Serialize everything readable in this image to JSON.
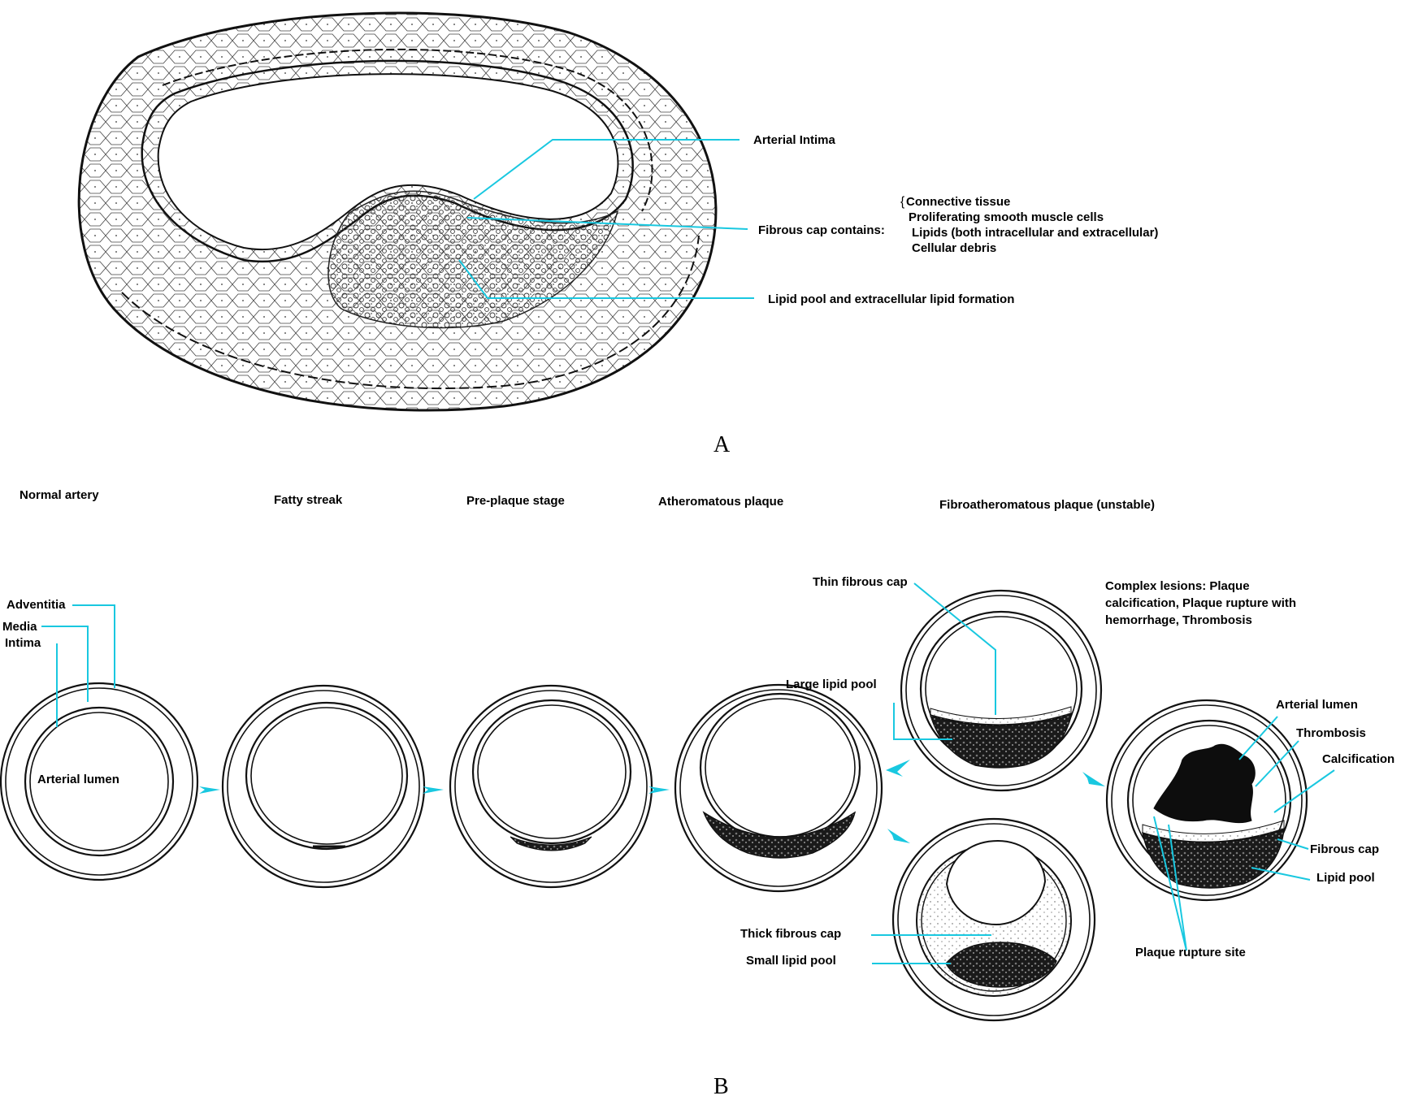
{
  "panels": {
    "a": "A",
    "b": "B"
  },
  "panel_a": {
    "arterial_intima": "Arterial Intima",
    "fibrous_cap_contains": "Fibrous cap contains:",
    "contents": [
      "Connective tissue",
      "Proliferating smooth muscle cells",
      "Lipids (both intracellular and extracellular)",
      "Cellular debris"
    ],
    "lipid_pool": "Lipid pool and extracellular lipid formation"
  },
  "stages": [
    "Normal artery",
    "Fatty streak",
    "Pre-plaque stage",
    "Atheromatous plaque",
    "Fibroatheromatous plaque (unstable)"
  ],
  "normal_artery": {
    "adventitia": "Adventitia",
    "media": "Media",
    "intima": "Intima",
    "lumen": "Arterial lumen"
  },
  "unstable": {
    "thin_fibrous_cap": "Thin fibrous cap",
    "large_lipid_pool": "Large lipid pool",
    "thick_fibrous_cap": "Thick fibrous cap",
    "small_lipid_pool": "Small lipid pool"
  },
  "complex": {
    "description": [
      "Complex lesions: Plaque",
      "calcification, Plaque rupture with",
      "hemorrhage, Thrombosis"
    ],
    "arterial_lumen": "Arterial lumen",
    "thrombosis": "Thrombosis",
    "calcification": "Calcification",
    "fibrous_cap": "Fibrous cap",
    "lipid_pool": "Lipid pool",
    "rupture_site": "Plaque rupture site"
  },
  "colors": {
    "leader": "#19c8e0",
    "ink": "#111111"
  }
}
